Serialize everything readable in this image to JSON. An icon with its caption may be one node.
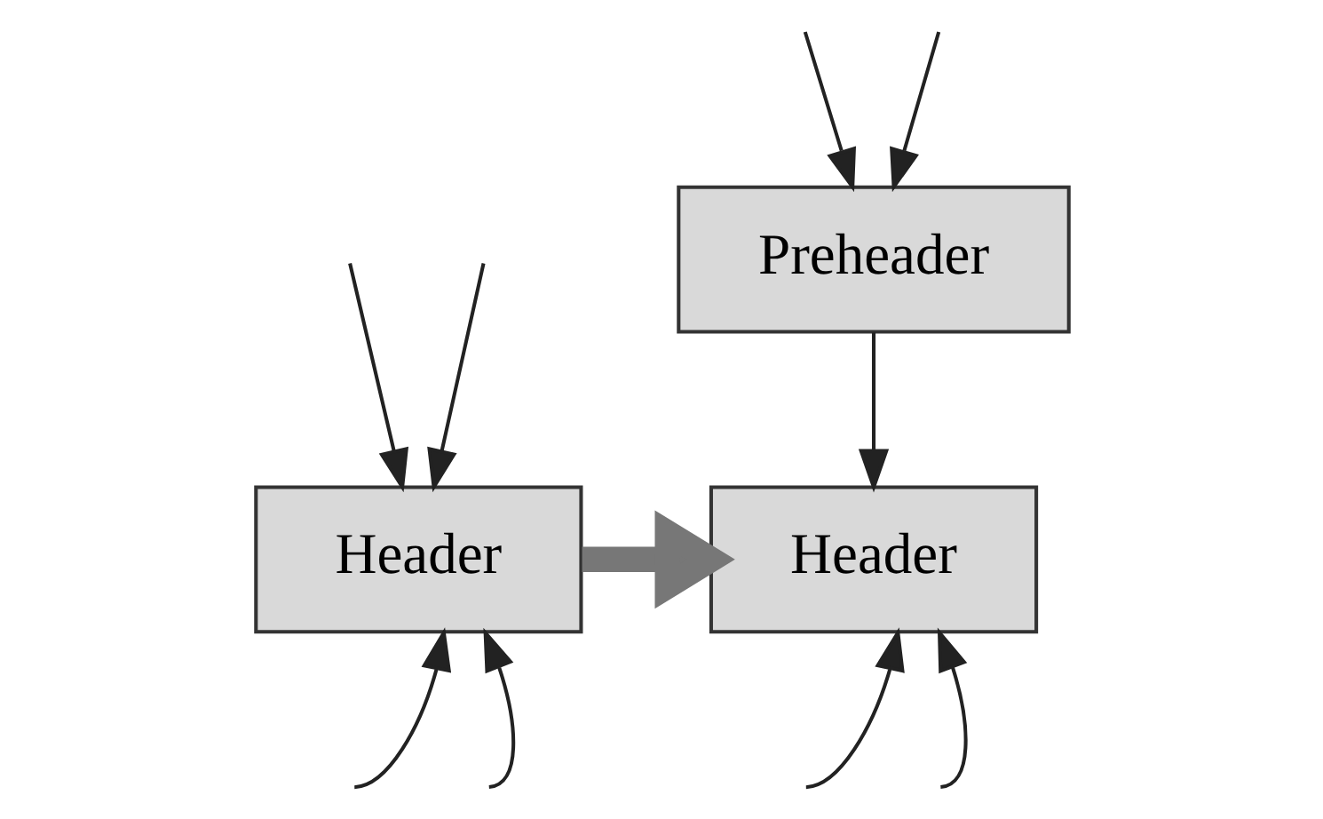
{
  "diagram": {
    "nodes": [
      {
        "text": [
          "Header"
        ]
      },
      {
        "text": [
          "Preheader"
        ]
      },
      {
        "text": [
          "Header"
        ]
      }
    ],
    "edges": [
      {
        "from": null,
        "to": 0,
        "arrow": "to"
      },
      {
        "from": null,
        "to": 0,
        "arrow": "to"
      },
      {
        "from": null,
        "to": 0,
        "arrow": "to"
      },
      {
        "from": null,
        "to": 0,
        "arrow": "to"
      },
      {
        "from": 0,
        "to": 2,
        "arrow": "to",
        "style": "thick"
      },
      {
        "from": null,
        "to": 1,
        "arrow": "to"
      },
      {
        "from": null,
        "to": 1,
        "arrow": "to"
      },
      {
        "from": 1,
        "to": 2,
        "arrow": "to"
      },
      {
        "from": null,
        "to": 2,
        "arrow": "to"
      },
      {
        "from": null,
        "to": 2,
        "arrow": "to"
      }
    ]
  }
}
